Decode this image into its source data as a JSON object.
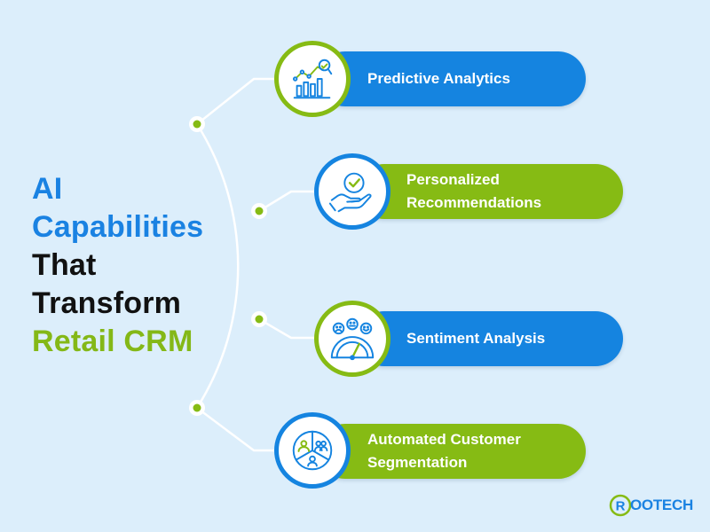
{
  "title": {
    "line1": "AI",
    "line2": "Capabilities",
    "line3": "That",
    "line4": "Transform",
    "line5": "Retail CRM"
  },
  "items": [
    {
      "label": "Predictive Analytics",
      "color": "#1584e0",
      "icon": "analytics-chart-icon"
    },
    {
      "label": "Personalized Recommendations",
      "color": "#86bb14",
      "icon": "hand-checkmark-icon"
    },
    {
      "label": "Sentiment Analysis",
      "color": "#1584e0",
      "icon": "sentiment-gauge-icon"
    },
    {
      "label": "Automated Customer Segmentation",
      "color": "#86bb14",
      "icon": "segmentation-pie-icon"
    }
  ],
  "logo": {
    "mark": "R",
    "text": "OOTECH"
  },
  "colors": {
    "background": "#dceefb",
    "blue": "#1584e0",
    "green": "#86bb14",
    "dark": "#111111"
  }
}
